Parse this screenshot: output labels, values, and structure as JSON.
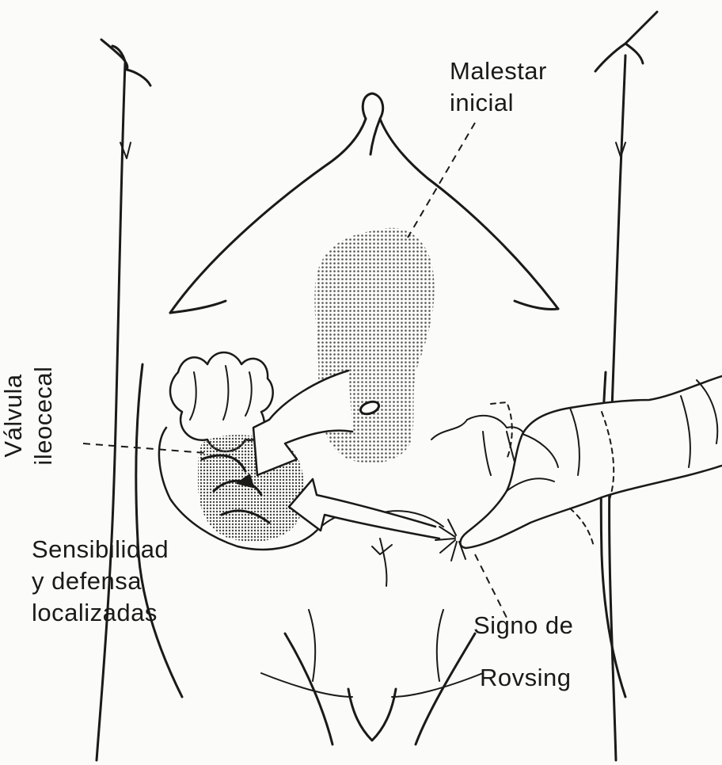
{
  "labels": {
    "malestar_line1": "Malestar",
    "malestar_line2": "inicial",
    "valvula_line1": "Válvula",
    "valvula_line2": "ileocecal",
    "sensibilidad_line1": "Sensibilidad",
    "sensibilidad_line2": "y defensa",
    "sensibilidad_line3": "localizadas",
    "signo_line1": "Signo de",
    "signo_line2": "Rovsing"
  },
  "colors": {
    "ink": "#1a1a1a",
    "paper": "#fbfbf9",
    "stipple": "#6b6b6b"
  }
}
